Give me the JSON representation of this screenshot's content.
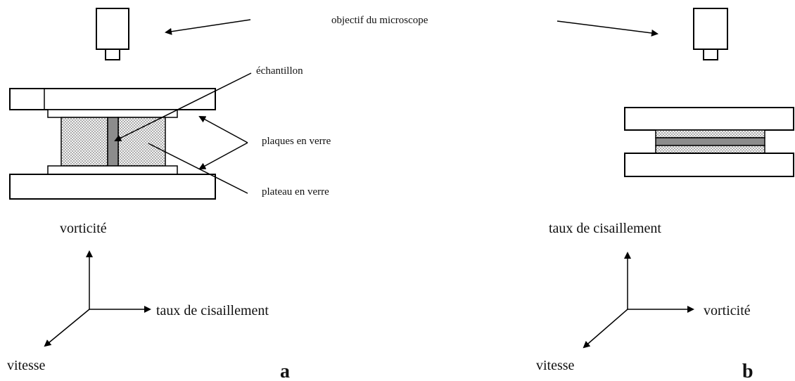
{
  "labels": {
    "microscope": "objectif du microscope",
    "sample": "échantillon",
    "glass_plates": "plaques  en verre",
    "glass_stage": "plateau en verre"
  },
  "panel_a": {
    "letter": "a",
    "axis_up": "vorticité",
    "axis_right": "taux de cisaillement",
    "axis_diag": "vitesse"
  },
  "panel_b": {
    "letter": "b",
    "axis_up": "taux de cisaillement",
    "axis_right": "vorticité",
    "axis_diag": "vitesse"
  },
  "colors": {
    "stroke": "#000000",
    "sample_fill": "#8c8c8c",
    "dotted_fill": "#f4f4f4"
  }
}
